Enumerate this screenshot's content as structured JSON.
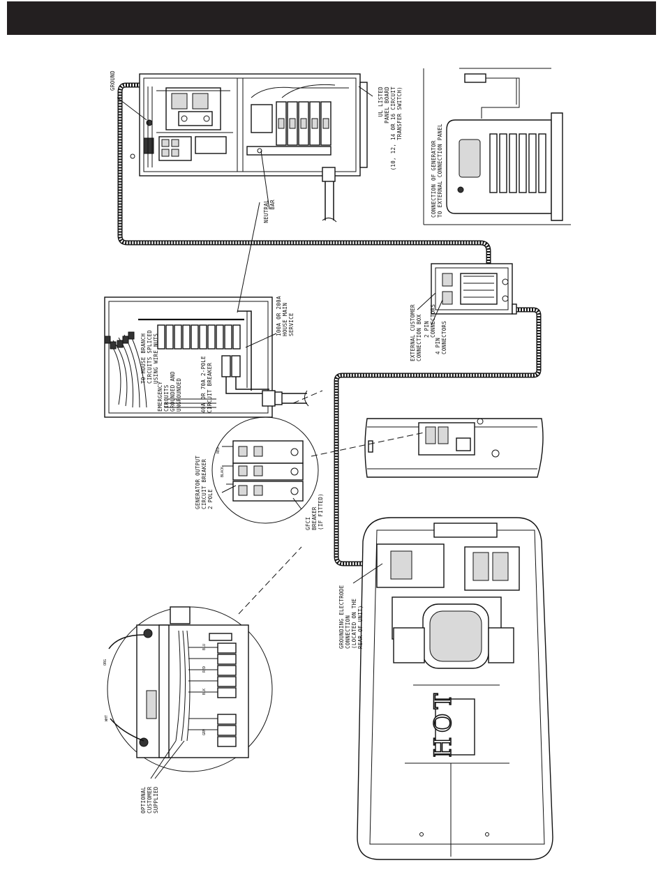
{
  "labels": {
    "ground": "GROUND",
    "panel_board": [
      "UL LISTED",
      "PANEL BOARD",
      "(10, 12, 14 OR 16 CIRCUIT",
      "TRANSFER SWITCH)"
    ],
    "neutral_bar": [
      "NEUTRAL",
      "BAR"
    ],
    "external_panel": [
      "CONNECTION OF GENERATOR",
      "TO EXTERNAL CONNECTION PANEL"
    ],
    "main_service": [
      "100A OR 200A",
      "HOUSE MAIN",
      "SERVICE"
    ],
    "house_branch": [
      "TO HOUSE BRANCH",
      "CIRCUITS SPLICED",
      "USING WIRE NUTS"
    ],
    "emergency": [
      "EMERGENCY",
      "CIRCUITS",
      "GROUNDED AND",
      "UNGROUNDED"
    ],
    "circuit_breaker": [
      "40A OR 70A 2-POLE",
      "CIRCUIT BREAKER"
    ],
    "customer_box": [
      "EXTERNAL CUSTOMER",
      "CONNECTION BOX"
    ],
    "two_pin": [
      "2 PIN",
      "CONNECTORS"
    ],
    "four_pin": [
      "4 PIN",
      "CONNECTORS"
    ],
    "gen_output": [
      "GENERATOR OUTPUT",
      "CIRCUIT BREAKER",
      "2 POLE"
    ],
    "gfci": [
      "GFCI",
      "BREAKER",
      "(IF FITTED)"
    ],
    "red": "RED",
    "black": "BLACK",
    "grounding_electrode": [
      "GROUNDING ELECTRODE",
      "CONNECTION",
      "(LOCATED ON THE",
      "REAR OF UNIT)"
    ],
    "optional": [
      "OPTIONAL",
      "CUSTOMER",
      "SUPPLIED"
    ],
    "hot": "HOT",
    "wire_labels": [
      "ORG",
      "BLU",
      "RED",
      "BLK",
      "WHT",
      "GRN"
    ]
  }
}
